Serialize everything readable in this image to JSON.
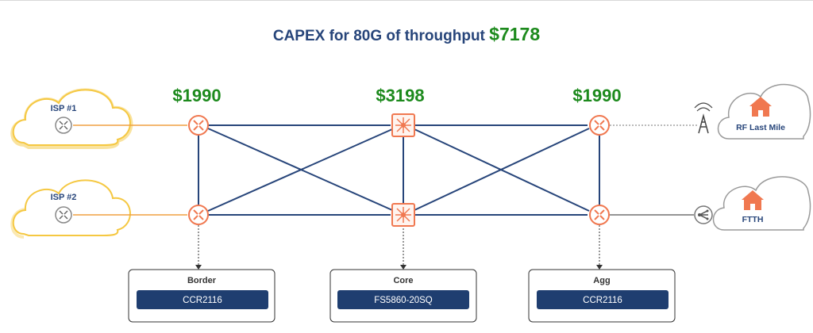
{
  "title": {
    "text": "CAPEX for 80G of throughput",
    "total": "$7178"
  },
  "prices": {
    "border": "$1990",
    "core": "$3198",
    "agg": "$1990"
  },
  "clouds": {
    "isp1": "ISP #1",
    "isp2": "ISP #2",
    "rf": "RF Last Mile",
    "ftth": "FTTH"
  },
  "devices": {
    "border": {
      "title": "Border",
      "model": "CCR2116"
    },
    "core": {
      "title": "Core",
      "model": "FS5860-20SQ"
    },
    "agg": {
      "title": "Agg",
      "model": "CCR2116"
    }
  },
  "colors": {
    "link": "#27457a",
    "accent": "#f07850",
    "price": "#1d8a1d",
    "isp_cloud": "#f5c842",
    "model_badge": "#1f3e70"
  }
}
